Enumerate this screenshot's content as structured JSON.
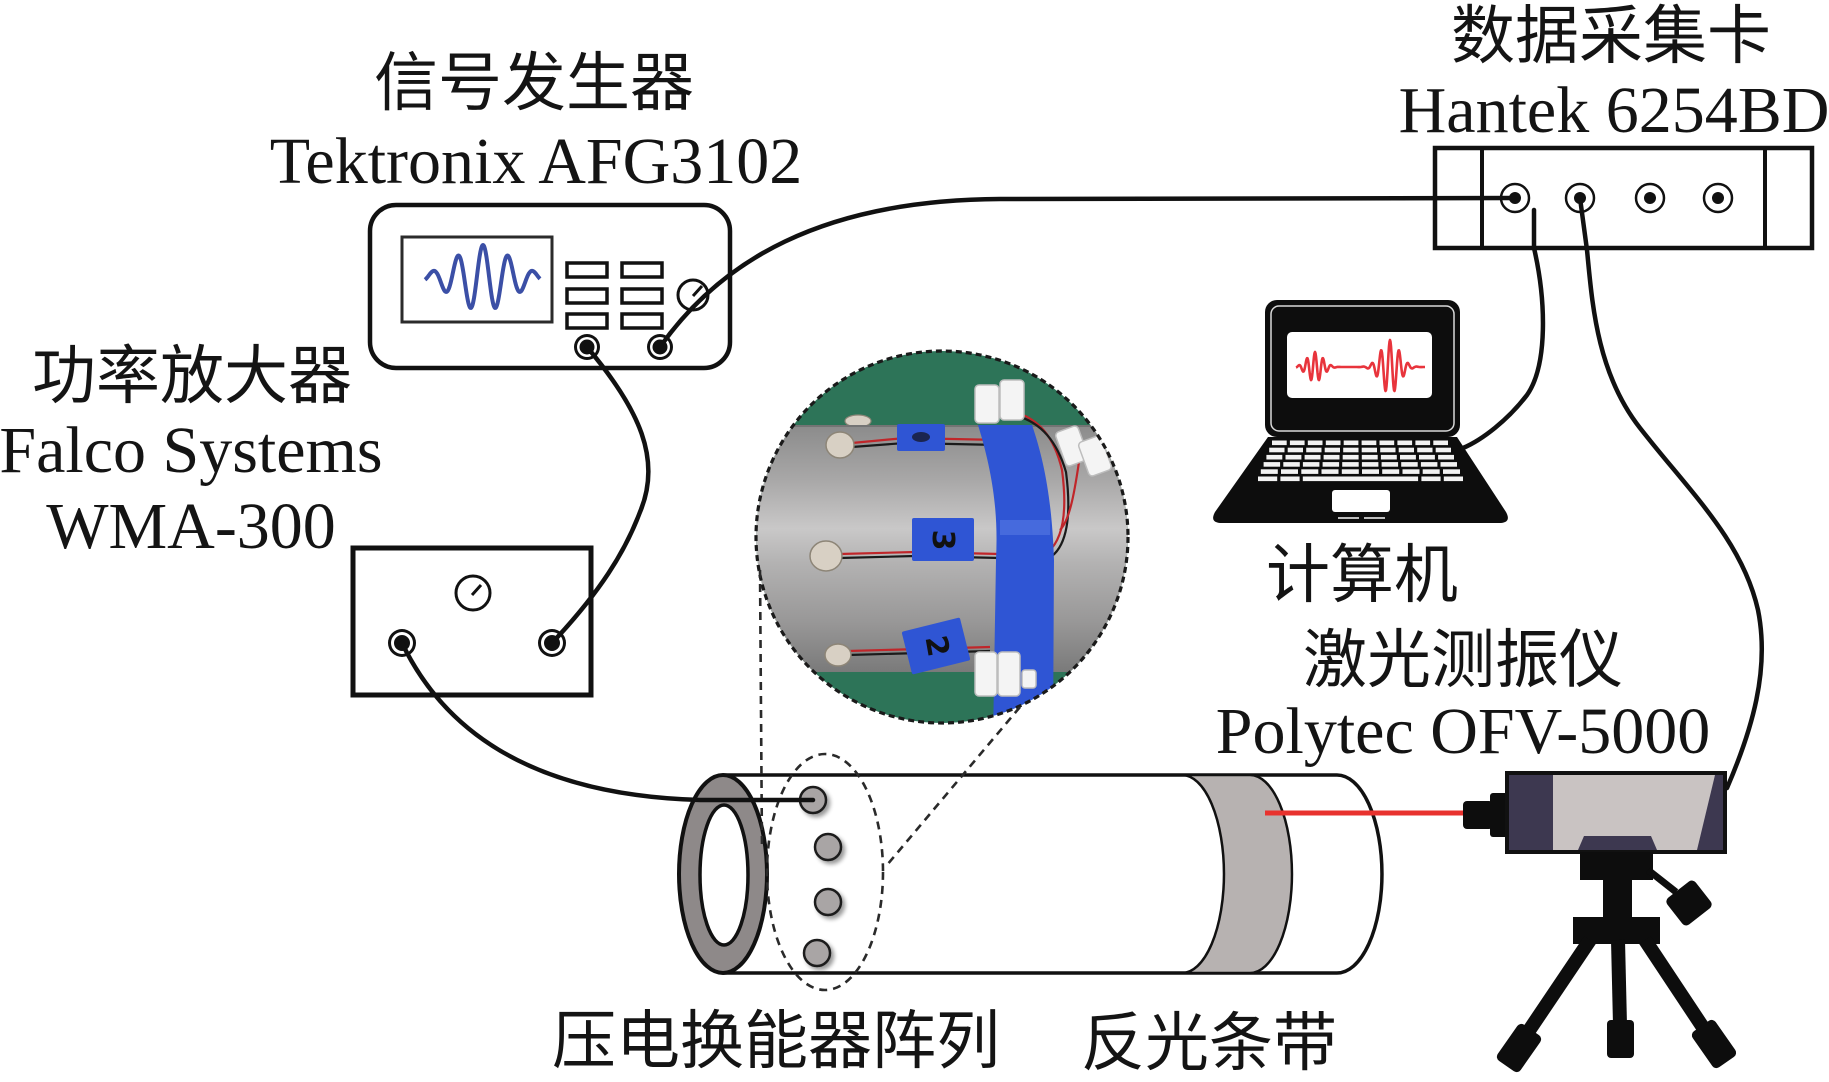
{
  "figure": {
    "signal_generator": {
      "name": "信号发生器",
      "model": "Tektronix AFG3102"
    },
    "daq_card": {
      "name": "数据采集卡",
      "model": "Hantek 6254BD"
    },
    "power_amplifier": {
      "name": "功率放大器",
      "model_line1": "Falco Systems",
      "model_line2": "WMA-300"
    },
    "computer": {
      "name": "计算机"
    },
    "laser_vibrometer": {
      "name": "激光测振仪",
      "model": "Polytec OFV-5000"
    },
    "transducer_array": {
      "name": "压电换能器阵列"
    },
    "reflective_tape": {
      "name": "反光条带"
    },
    "photo_inset": {
      "tags": [
        "3",
        "2"
      ]
    },
    "colors": {
      "signal_wave": "#3b4fa6",
      "computer_wave": "#e8343c",
      "laser_beam": "#e8322e",
      "inset_background": "#2d7458",
      "blue_tape": "#2f55d4",
      "vibrometer_dark": "#3d3850",
      "vibrometer_light": "#c9c3c2",
      "pipe_end_ring": "#8e8989",
      "reflective_band": "#b7b2b1",
      "transducer": "#a9a5a5"
    }
  }
}
